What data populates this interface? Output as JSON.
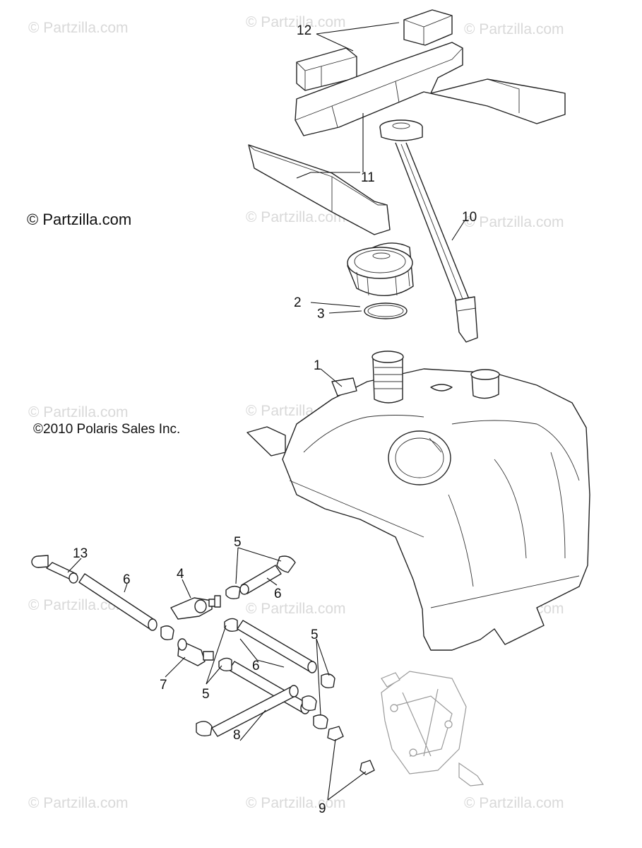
{
  "watermark": "© Partzilla.com",
  "copyright_site": "© Partzilla.com",
  "copyright_oem": "©2010  Polaris Sales Inc.",
  "callouts": {
    "c1": "1",
    "c2": "2",
    "c3": "3",
    "c4": "4",
    "c5a": "5",
    "c5b": "5",
    "c5c": "5",
    "c6a": "6",
    "c6b": "6",
    "c6c": "6",
    "c7": "7",
    "c8": "8",
    "c9": "9",
    "c10": "10",
    "c11": "11",
    "c12": "12",
    "c13": "13"
  }
}
